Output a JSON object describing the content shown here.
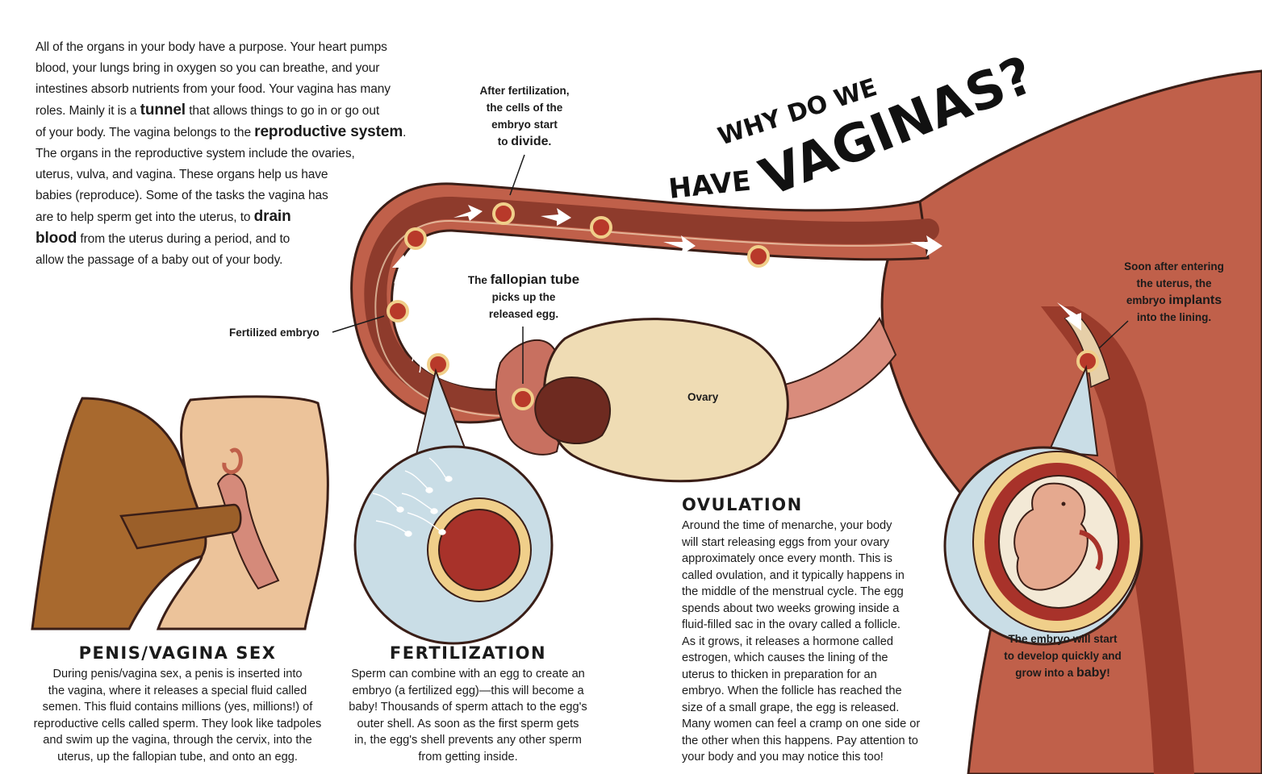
{
  "title": {
    "line1": "WHY DO WE",
    "line2_small": "HAVE",
    "line2_big": "VAGINAS?"
  },
  "intro": {
    "lines": [
      "All of the organs in your body have a purpose. Your heart pumps",
      "blood, your lungs bring in oxygen so you can breathe, and your",
      "intestines absorb nutrients from your food. Your vagina has many"
    ],
    "l4_pre": "roles. Mainly it is a ",
    "l4_bold": "tunnel",
    "l4_post": " that allows things to go in or go out",
    "l5_pre": "of your body. The vagina belongs to the ",
    "l5_bold": "reproductive system",
    "l5_post": ".",
    "lines2": [
      "The organs in the reproductive system include the ovaries,",
      "uterus, vulva, and vagina. These organs help us have",
      "babies (reproduce). Some of the tasks the vagina has"
    ],
    "l9_pre": "are to help sperm get into the uterus, to ",
    "l9_bold": "drain",
    "l10_bold": "blood",
    "l10_post": " from the uterus during a period, and to",
    "l11": "allow the passage of a baby out of your body."
  },
  "labels": {
    "divide": {
      "l1": "After fertilization,",
      "l2": "the cells of the",
      "l3": "embryo start",
      "l4_pre": "to ",
      "l4_bold": "divide",
      "l4_post": "."
    },
    "fallopian": {
      "l1_pre": "The ",
      "l1_bold": "fallopian tube",
      "l2": "picks up the",
      "l3": "released egg."
    },
    "embryo": "Fertilized embryo",
    "ovary": "Ovary",
    "implants": {
      "l1": "Soon after entering",
      "l2": "the uterus, the",
      "l3_pre": "embryo ",
      "l3_bold": "implants",
      "l4": "into the lining."
    },
    "baby": {
      "l1": "The embryo will start",
      "l2": "to develop quickly and",
      "l3_pre": "grow into a ",
      "l3_bold": "baby",
      "l3_post": "!"
    }
  },
  "sections": {
    "sex": {
      "heading": "PENIS/VAGINA SEX",
      "lines": [
        "During penis/vagina sex, a penis is inserted into",
        "the vagina, where it releases a special fluid called",
        "semen. This fluid contains millions (yes, millions!) of",
        "reproductive cells called sperm. They look like tadpoles",
        "and swim up the vagina, through the cervix, into the",
        "uterus, up the fallopian tube, and onto an egg."
      ]
    },
    "fert": {
      "heading": "FERTILIZATION",
      "lines": [
        "Sperm can combine with an egg to create an",
        "embryo (a fertilized egg)—this will become a",
        "baby! Thousands of sperm attach to the egg's",
        "outer shell. As soon as the first sperm gets",
        "in, the egg's shell prevents any other sperm",
        "from getting inside."
      ]
    },
    "ovul": {
      "heading": "OVULATION",
      "lines": [
        "Around the time of menarche, your body",
        "will start releasing eggs from your ovary",
        "approximately once every month. This is",
        "called ovulation, and it typically happens in",
        "the middle of the menstrual cycle. The egg",
        "spends about two weeks growing inside a",
        "fluid-filled sac in the ovary called a follicle.",
        "As it grows, it releases a hormone called",
        "estrogen, which causes the lining of the",
        "uterus to thicken in preparation for an",
        "embryo. When the follicle has reached the",
        "size of a small grape, the egg is released.",
        "Many women can feel a cramp on one side or",
        "the other when this happens. Pay attention to",
        "your body and you may notice this too!"
      ]
    }
  },
  "colors": {
    "uterus": "#c0604a",
    "tube_inner": "#8e3b2c",
    "ovary": "#efdcb4",
    "bubble": "#c9dde6",
    "egg": "#a8322a",
    "skin_dark": "#a8692e",
    "skin_light": "#ecc39a"
  }
}
